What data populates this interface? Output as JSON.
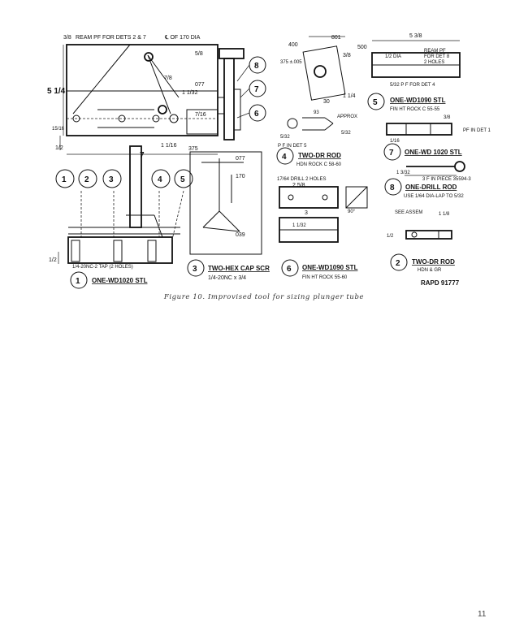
{
  "drawing": {
    "main_view": {
      "top_note": "REAM PF FOR DETS 2 & 7",
      "top_note_frac": "3/8",
      "center_note": "℄ OF 170 DIA",
      "height": "5 1/4",
      "width": "7",
      "dim_077": "077",
      "dim_375": "375",
      "left_small": "15/16",
      "bottom_left": "1/2",
      "frac_5_8": "5/8",
      "frac_7_8": "7/8",
      "frac_1_32": "1 1/32",
      "frac_1_16": "1 1/16",
      "frac_7_16": "7/16"
    },
    "balloons": [
      "1",
      "2",
      "3",
      "4",
      "5",
      "6",
      "7",
      "8"
    ],
    "detail1": {
      "tap_note": "1/4-20NC-2 TAP (2 HOLES)",
      "title": "ONE-WD1020 STL",
      "left_dim": "1/2"
    },
    "detail3": {
      "title": "TWO-HEX CAP SCR",
      "spec": "1/4-20NC x 3/4",
      "dim_077": "077",
      "dim_170": "170",
      "dim_039": "039"
    },
    "detail4": {
      "note_pf": "P F IN DET 5",
      "title": "TWO-DR ROD",
      "spec": "HDN ROCK C 58-60",
      "approx": "APPROX",
      "d1": "5/32",
      "d2": "5/32",
      "d3": "93"
    },
    "detail5": {
      "title": "ONE-WD1090 STL",
      "spec": "FIN HT ROCK C 55-55",
      "d400": "400",
      "d375": "375 ±.005",
      "d801": "801",
      "frac_3_8": "3/8",
      "frac_1_4": "1 1/4",
      "d500": "500",
      "d5": "5 3/8",
      "ream": "REAM PF",
      "ream2": "FOR DET 8",
      "holes": "2 HOLES",
      "dia": "1/2 DIA",
      "pf": "5/32 P F FOR DET 4",
      "d30": "30"
    },
    "detail6": {
      "title": "ONE-WD1090 STL",
      "spec": "FIN HT ROCK 55-60",
      "drill": "17/64 DRILL 2 HOLES",
      "d90": "90°",
      "d3": "3",
      "d2": "2 5/8",
      "d11": "1 1/32"
    },
    "detail7": {
      "title": "ONE-WD 1020 STL",
      "note": "PF IN DET 1",
      "d3_8": "3/8",
      "d1_16": "1/16"
    },
    "detail8": {
      "title": "ONE-DRILL ROD",
      "spec": "USE 1/64 DIA-LAP TO 5/32",
      "d1_3_32": "1 3/32",
      "pin": "3 F IN PIECE 35594-3"
    },
    "detail2": {
      "title": "TWO-DR ROD",
      "spec": "HDN & GR",
      "see": "SEE ASSEM",
      "d1": "1/2",
      "d2": "1 1/8"
    },
    "ref": "RAPD 91777"
  },
  "caption": "Figure 10. Improvised tool for sizing plunger tube",
  "page_number": "11"
}
